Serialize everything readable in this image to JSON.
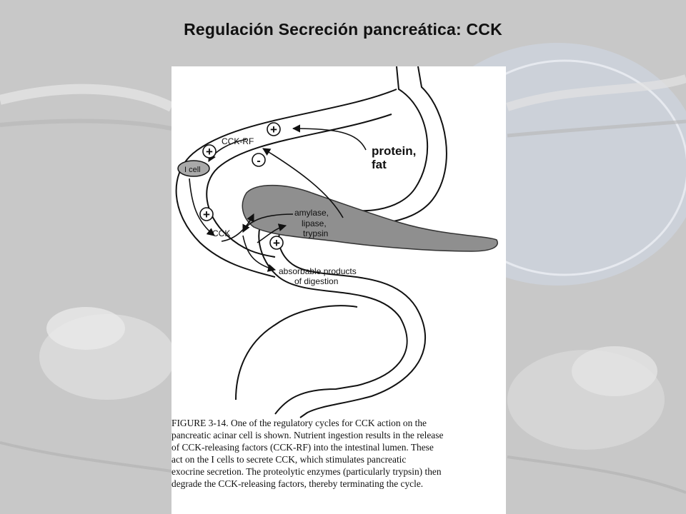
{
  "slide": {
    "title": "Regulación Secreción pancreática: CCK"
  },
  "figure": {
    "labels": {
      "cck_rf": "CCK-RF",
      "protein": "protein,",
      "fat": "fat",
      "i_cell": "I cell",
      "cck": "CCK",
      "amylase": "amylase,",
      "lipase": "lipase,",
      "trypsin": "trypsin",
      "absorbable_1": "absorbable products",
      "absorbable_2": "of digestion",
      "plus": "+",
      "minus": "-"
    },
    "caption_lines": [
      "FIGURE 3-14. One of the regulatory cycles for CCK action on the",
      "pancreatic acinar cell is shown. Nutrient ingestion results in the release",
      "of CCK-releasing factors (CCK-RF) into the intestinal lumen. These",
      "act on the I cells to secrete CCK, which stimulates pancreatic",
      "exocrine secretion. The proteolytic enzymes (particularly trypsin) then",
      "degrade the CCK-releasing factors, thereby terminating the cycle."
    ]
  },
  "colors": {
    "background": "#c9c9c9",
    "panel": "#ffffff",
    "pancreas": "#8f8f8f",
    "ink": "#111111"
  }
}
